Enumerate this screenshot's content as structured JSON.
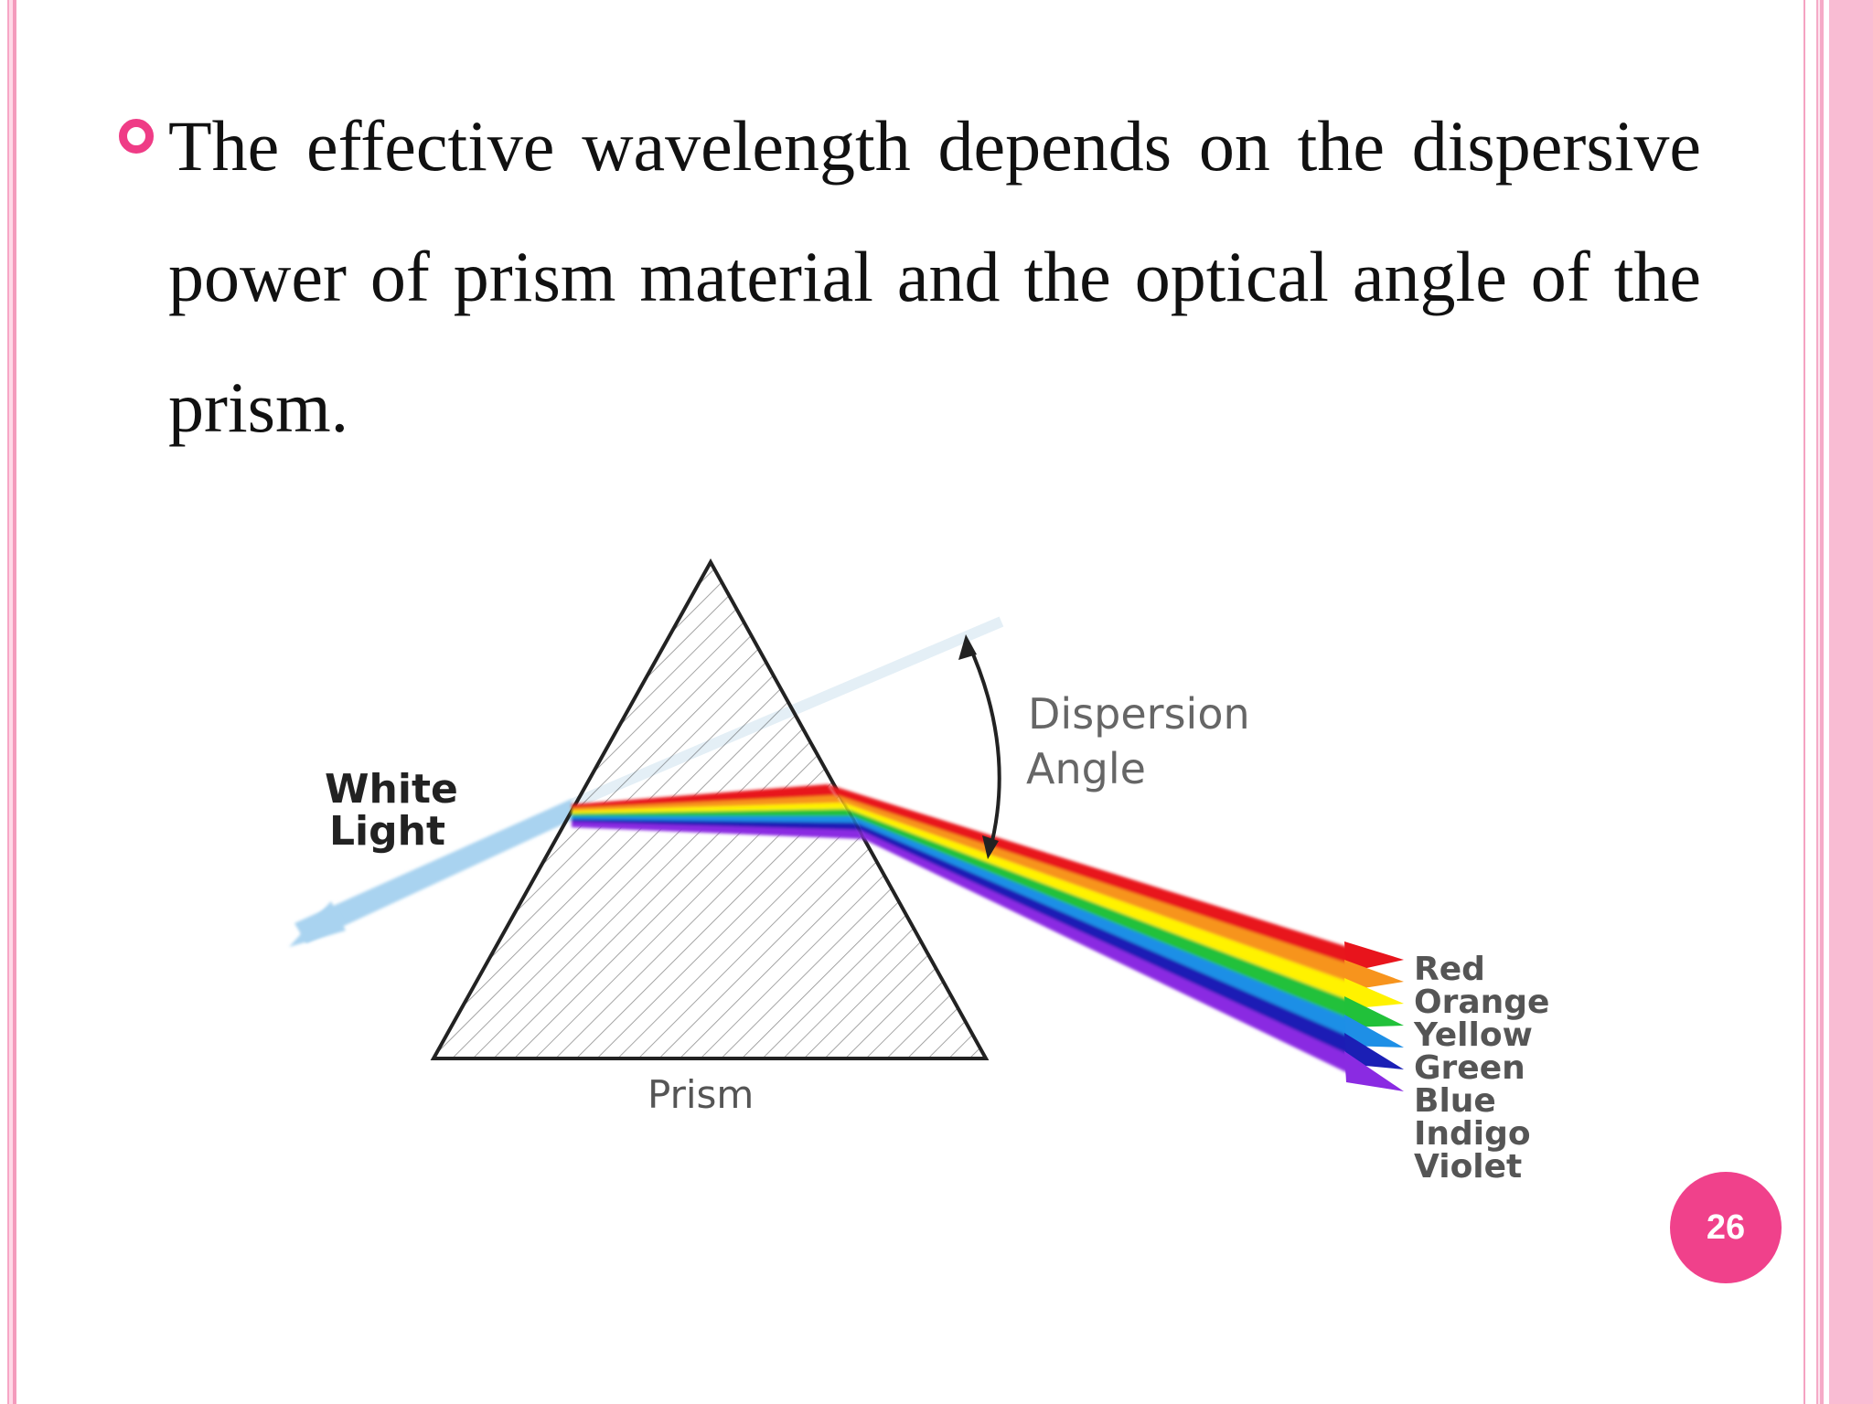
{
  "slide": {
    "bullet_text": "The effective wavelength depends on the dispersive power of prism material and the optical angle of the prism.",
    "page_number": "26"
  },
  "diagram": {
    "white_light_label_line1": "White",
    "white_light_label_line2": "Light",
    "prism_label": "Prism",
    "dispersion_label_line1": "Dispersion",
    "dispersion_label_line2": "Angle",
    "spectrum": [
      {
        "name": "Red",
        "color": "#e8141c"
      },
      {
        "name": "Orange",
        "color": "#f7941d"
      },
      {
        "name": "Yellow",
        "color": "#fff200"
      },
      {
        "name": "Green",
        "color": "#21c13a"
      },
      {
        "name": "Blue",
        "color": "#1e8fe6"
      },
      {
        "name": "Indigo",
        "color": "#1b1fb5"
      },
      {
        "name": "Violet",
        "color": "#8a2be2"
      }
    ]
  },
  "colors": {
    "accent_pink": "#ef3c86",
    "badge_pink": "#f0418b",
    "white_light_blue": "#a9d3f0"
  }
}
